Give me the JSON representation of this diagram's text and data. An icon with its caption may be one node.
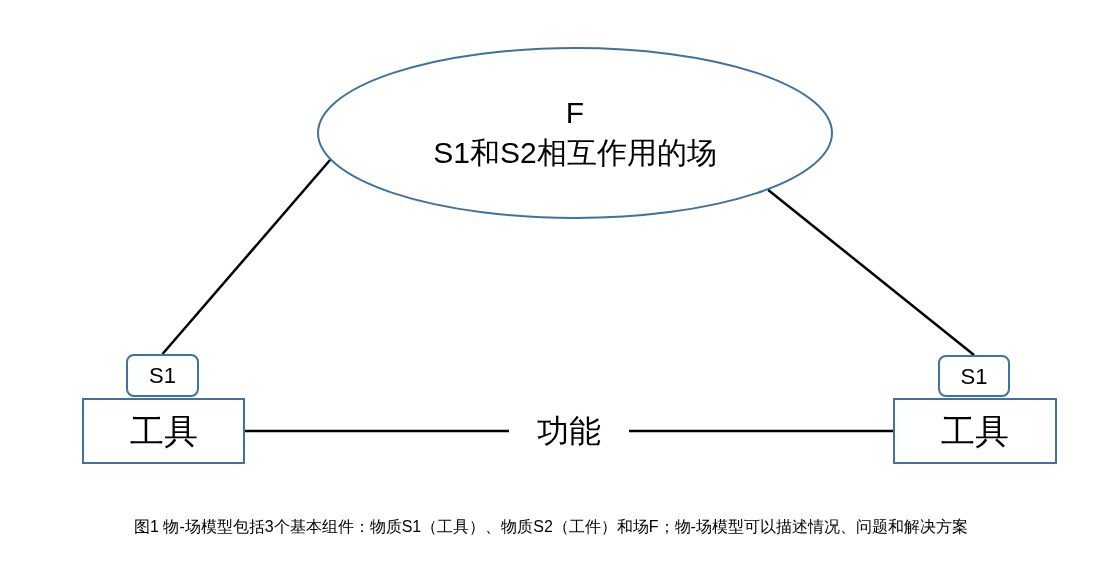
{
  "diagram": {
    "caption": "图1 物-场模型包括3个基本组件：物质S1（工具）、物质S2（工件）和场F；物-场模型可以描述情况、问题和解决方案",
    "nodes": [
      {
        "text": [
          "F",
          "S1和S2相互作用的场"
        ]
      },
      {
        "text": [
          "S1"
        ]
      },
      {
        "text": [
          "工具"
        ]
      },
      {
        "text": [
          "S1"
        ]
      },
      {
        "text": [
          "工具"
        ]
      }
    ],
    "edges": [
      {
        "from": 0,
        "to": 1,
        "arrow": "none"
      },
      {
        "from": 0,
        "to": 3,
        "arrow": "none"
      },
      {
        "from": 2,
        "to": 4,
        "label": "功能",
        "arrow": "none"
      }
    ]
  }
}
